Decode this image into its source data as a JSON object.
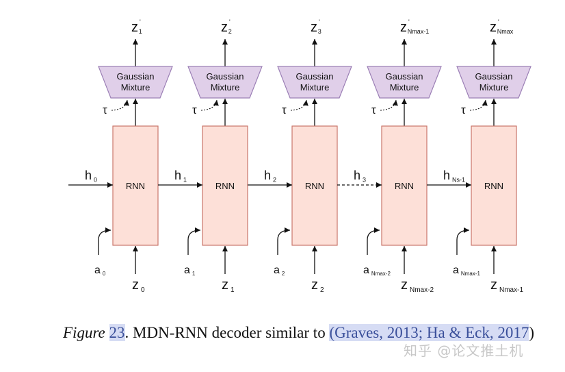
{
  "steps": [
    {
      "out_main": "z",
      "out_sub": "1",
      "out_sup": "'",
      "temp": "τ",
      "h_main": "h",
      "h_sub": "0",
      "a_main": "a",
      "a_sub": "0",
      "z_main": "z",
      "z_sub": "0"
    },
    {
      "out_main": "z",
      "out_sub": "2",
      "out_sup": "'",
      "temp": "τ",
      "h_main": "h",
      "h_sub": "1",
      "a_main": "a",
      "a_sub": "1",
      "z_main": "z",
      "z_sub": "1"
    },
    {
      "out_main": "z",
      "out_sub": "3",
      "out_sup": "'",
      "temp": "τ",
      "h_main": "h",
      "h_sub": "2",
      "a_main": "a",
      "a_sub": "2",
      "z_main": "z",
      "z_sub": "2"
    },
    {
      "out_main": "z",
      "out_sub": "Nmax-1",
      "out_sup": "'",
      "temp": "τ",
      "h_main": "h",
      "h_sub": "3",
      "a_main": "a",
      "a_sub": "Nmax-2",
      "z_main": "z",
      "z_sub": "Nmax-2"
    },
    {
      "out_main": "z",
      "out_sub": "Nmax",
      "out_sup": "'",
      "temp": "τ",
      "h_main": "h",
      "h_sub": "Ns-1",
      "a_main": "a",
      "a_sub": "Nmax-1",
      "z_main": "z",
      "z_sub": "Nmax-1"
    }
  ],
  "rnn_label": "RNN",
  "mixture_line1": "Gaussian",
  "mixture_line2": "Mixture",
  "colors": {
    "rnn_fill": "#fde0d8",
    "rnn_stroke": "#c9766a",
    "mixture_fill": "#e0cfe9",
    "mixture_stroke": "#9b7fb5",
    "arrow": "#111111"
  },
  "caption": {
    "figure_word": "Figure",
    "figure_num": "23",
    "text": ". MDN-RNN decoder similar to ",
    "cite_open": "(",
    "cite1": "Graves, 2013",
    "sep": "; ",
    "cite2": "Ha & Eck, 2017",
    "cite_close": ")"
  },
  "watermark": "知乎 @论文推土机"
}
